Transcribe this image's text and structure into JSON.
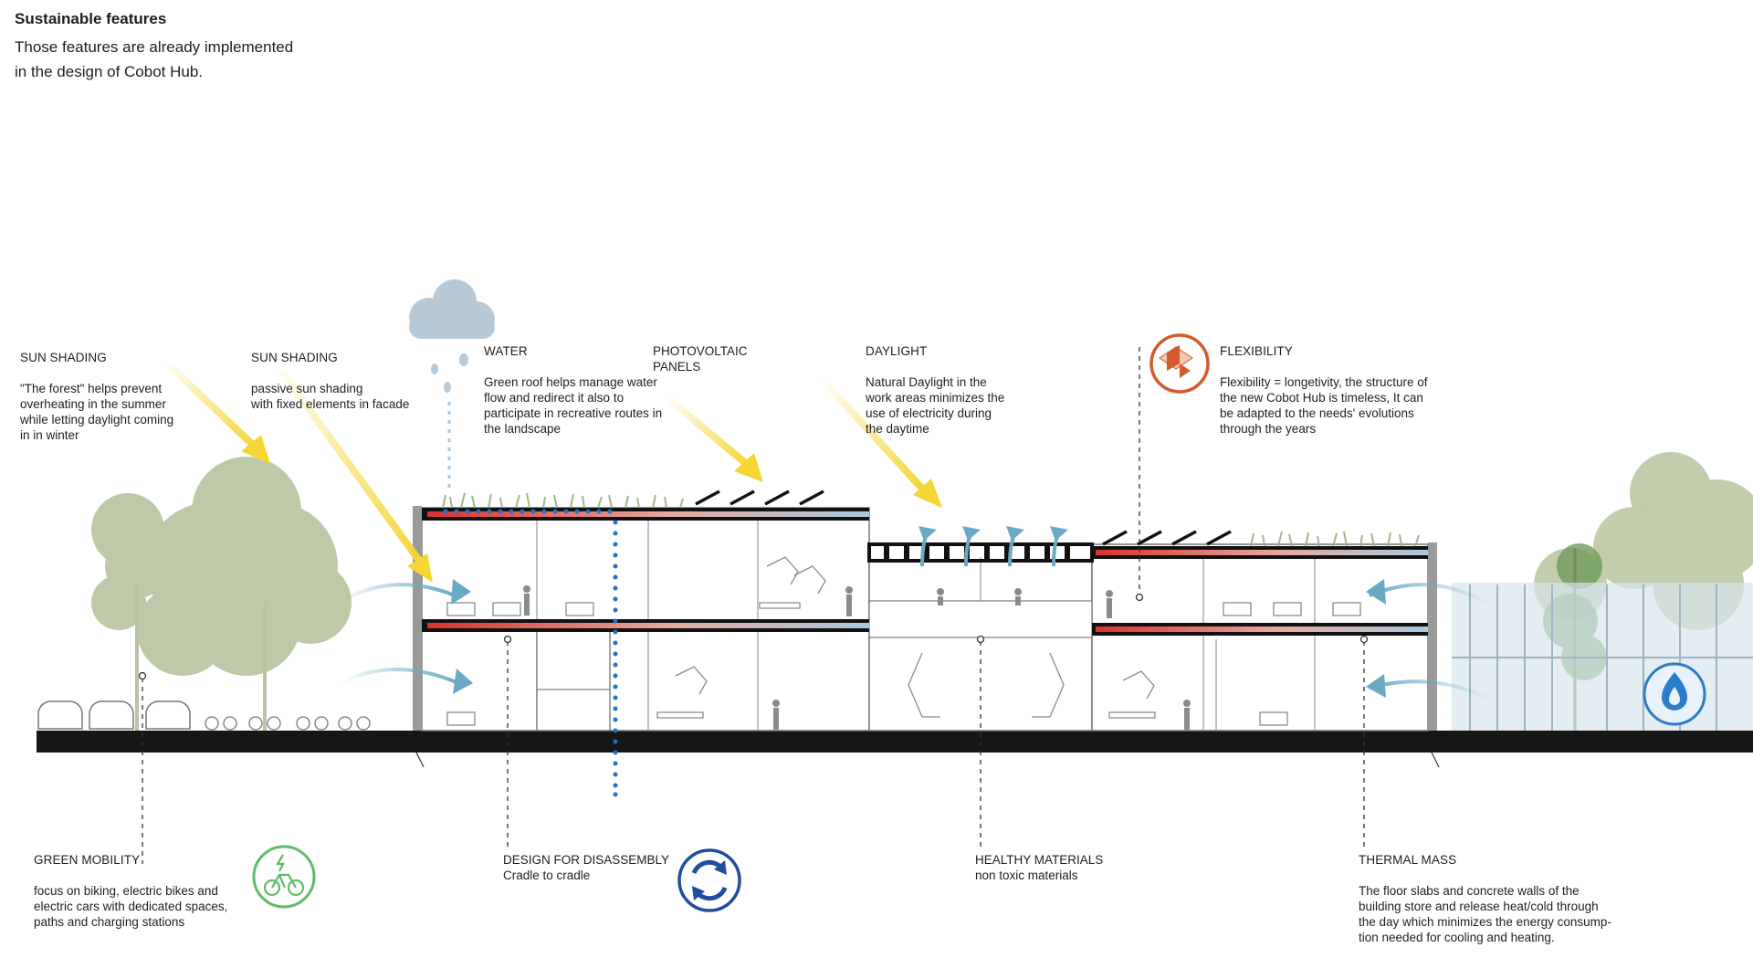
{
  "header": {
    "title": "Sustainable features",
    "subtitle_line1": "Those features are already implemented",
    "subtitle_line2": "in the design of Cobot Hub."
  },
  "features": {
    "sun_shading_forest": {
      "title": "SUN SHADING",
      "lines": [
        "\"The forest\" helps prevent",
        "overheating in the summer",
        "while letting daylight coming",
        "in in winter"
      ]
    },
    "sun_shading_passive": {
      "title": "SUN SHADING",
      "lines": [
        "passive sun shading",
        "with fixed elements in facade"
      ]
    },
    "water": {
      "title": "WATER",
      "lines": [
        "Green roof helps manage water",
        "flow and redirect it also to",
        "participate in recreative routes in",
        "the landscape"
      ]
    },
    "photovoltaic": {
      "title_line1": "PHOTOVOLTAIC",
      "title_line2": "PANELS"
    },
    "daylight": {
      "title": "DAYLIGHT",
      "lines": [
        "Natural Daylight in the",
        "work areas minimizes the",
        "use of electricity during",
        "the daytime"
      ]
    },
    "flexibility": {
      "title": "FLEXIBILITY",
      "lines": [
        "Flexibility = longetivity, the structure of",
        "the new Cobot Hub is timeless, It can",
        "be adapted to the needs' evolutions",
        "through the years"
      ]
    },
    "green_mobility": {
      "title": "GREEN MOBILITY",
      "lines": [
        "focus on biking, electric bikes and",
        "electric cars with dedicated spaces,",
        "paths and charging stations"
      ]
    },
    "disassembly": {
      "title": "DESIGN FOR DISASSEMBLY",
      "subtitle": "Cradle to cradle"
    },
    "healthy_materials": {
      "title": "HEALTHY MATERIALS",
      "subtitle": "non toxic materials"
    },
    "thermal_mass": {
      "title": "THERMAL MASS",
      "lines": [
        "The floor slabs and concrete walls of the",
        "building store and release heat/cold through",
        "the day which minimizes the energy consump-",
        "tion needed for cooling and heating."
      ]
    }
  },
  "colors": {
    "sun_arrow": "#f5d635",
    "air_arrow": "#6aa9c4",
    "water_dots": "#1f74c8",
    "slab_hot": "#d8322b",
    "slab_cool": "#a9c9dd",
    "tree_green": "#a7b88a",
    "mobility_icon": "#5fbb6a",
    "disassembly_icon": "#1f4e9c",
    "flexibility_icon": "#d35a2a",
    "thermal_icon": "#2b7cc9",
    "cloud": "#b7c9d6"
  },
  "icons": {
    "cloud": "cloud-icon",
    "mobility": "electric-bike-icon",
    "disassembly": "recycle-arrows-icon",
    "flexibility": "modular-structure-icon",
    "thermal": "water-flame-icon"
  }
}
